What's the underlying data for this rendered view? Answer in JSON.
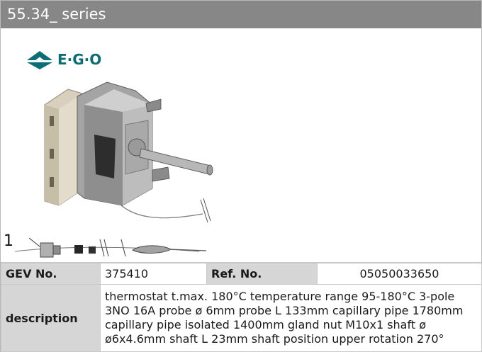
{
  "title": "55.34_ series",
  "image": {
    "brand_logo": "E·G·O",
    "item_index": "1"
  },
  "spec": {
    "gev_label": "GEV No.",
    "gev_value": "375410",
    "ref_label": "Ref. No.",
    "ref_value": "05050033650",
    "desc_label": "description",
    "desc_value": "thermostat  t.max. 180°C temperature range 95-180°C 3-pole 3NO 16A probe ø 6mm probe L 133mm capillary pipe 1780mm capillary pipe isolated 1400mm gland nut M10x1 shaft ø ø6x4.6mm shaft L 23mm shaft position upper rotation 270°"
  },
  "colors": {
    "header_bg": "#878787",
    "label_bg": "#d6d6d6",
    "logo_teal": "#0b6e74"
  }
}
